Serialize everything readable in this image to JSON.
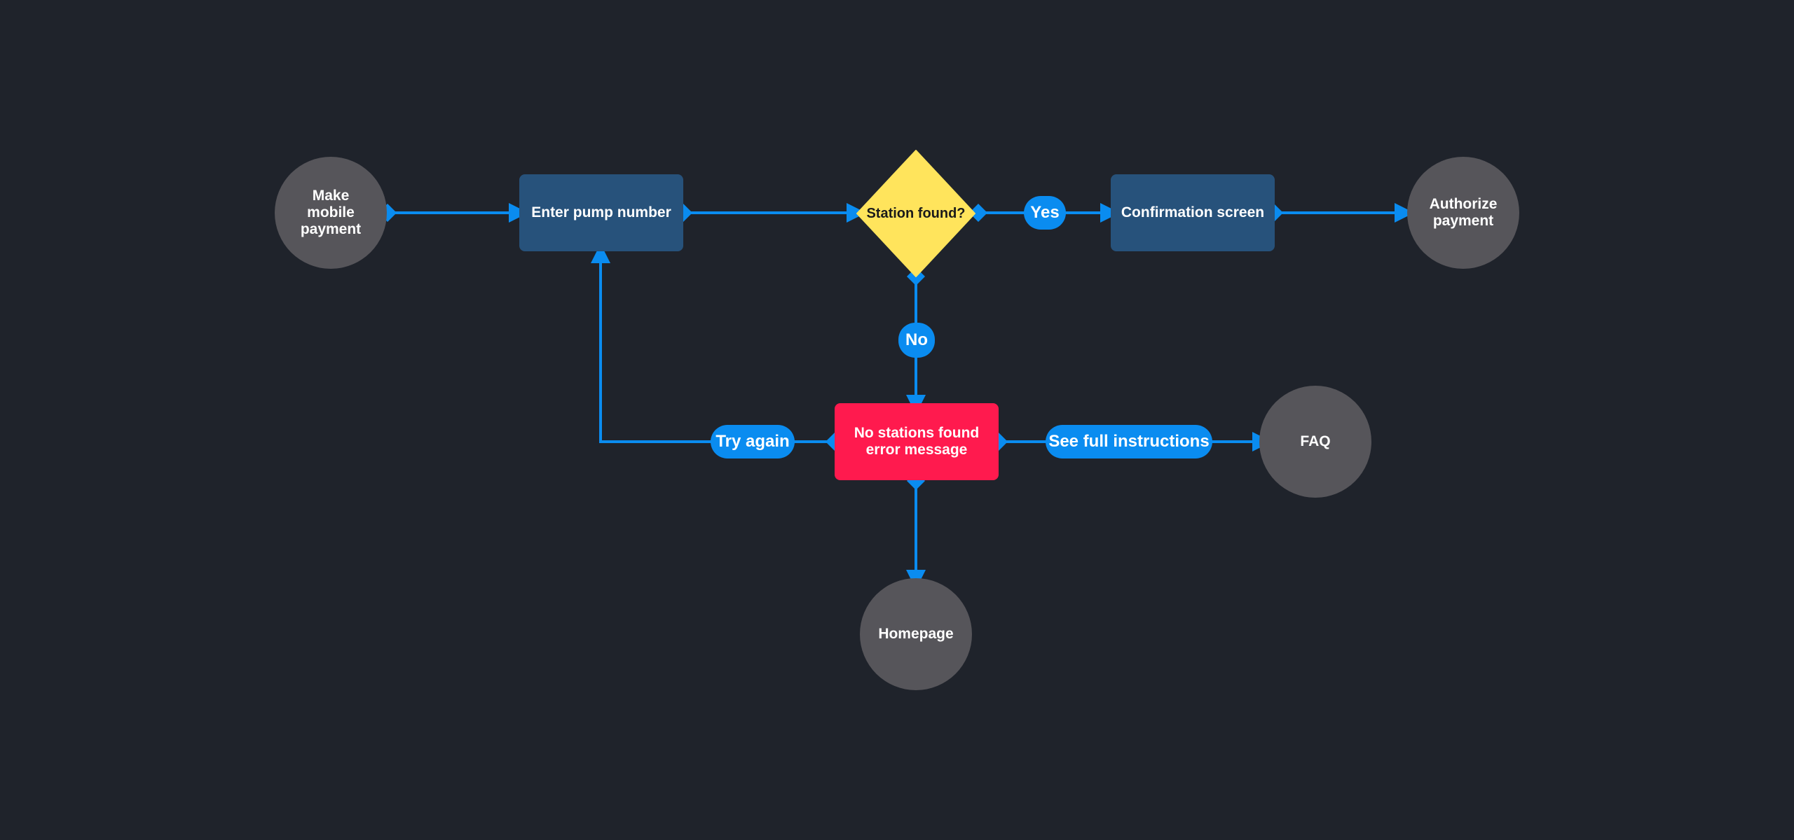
{
  "colors": {
    "background": "#1f232b",
    "terminal": "#56555a",
    "process": "#27527b",
    "decision": "#ffe45c",
    "error": "#ff1a4e",
    "connector": "#0a8cf0"
  },
  "nodes": {
    "start": "Make\nmobile\npayment",
    "enter_pump": "Enter pump number",
    "decision": "Station found?",
    "confirmation": "Confirmation screen",
    "authorize": "Authorize\npayment",
    "error": "No stations found\nerror message",
    "faq": "FAQ",
    "homepage": "Homepage"
  },
  "labels": {
    "yes": "Yes",
    "no": "No",
    "try_again": "Try again",
    "see_instructions": "See full instructions"
  }
}
